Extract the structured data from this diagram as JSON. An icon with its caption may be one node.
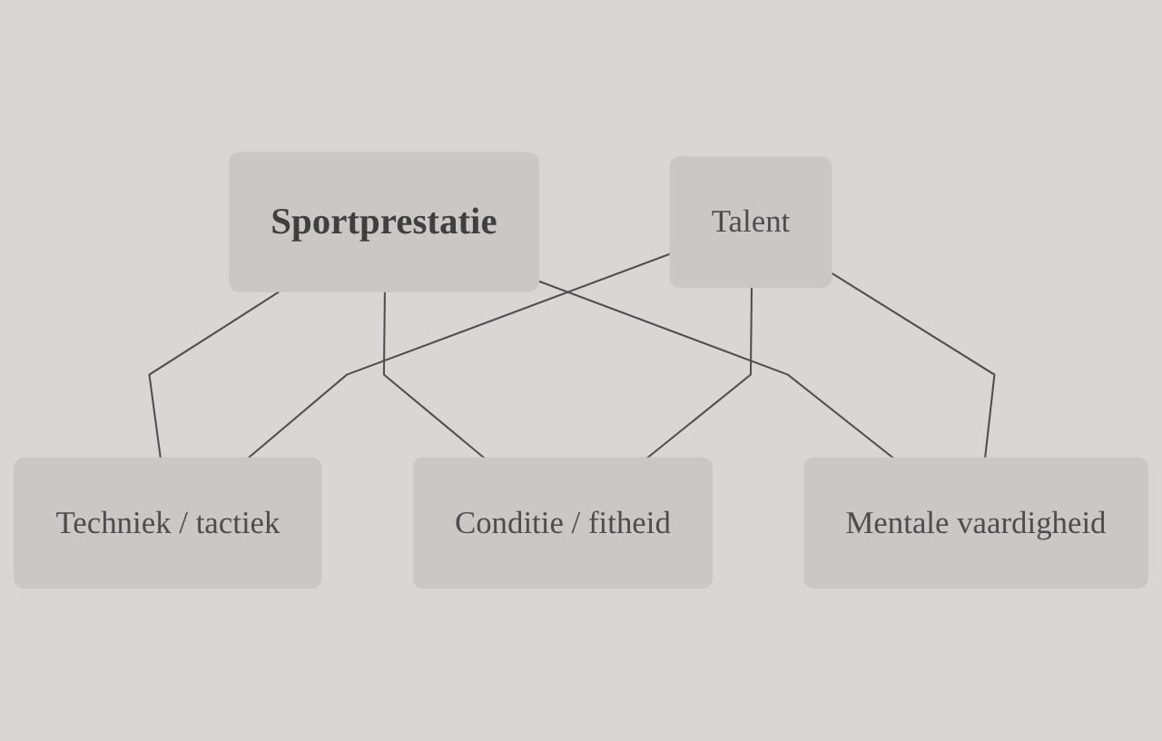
{
  "diagram": {
    "nodes": [
      {
        "text": [
          "Sportprestatie"
        ]
      },
      {
        "text": [
          "Talent"
        ]
      },
      {
        "text": [
          "Techniek / tactiek"
        ]
      },
      {
        "text": [
          "Conditie / fitheid"
        ]
      },
      {
        "text": [
          "Mentale vaardigheid"
        ]
      }
    ],
    "edges": [
      {
        "from": 0,
        "to": 2,
        "arrow": "none"
      },
      {
        "from": 0,
        "to": 3,
        "arrow": "none"
      },
      {
        "from": 0,
        "to": 4,
        "arrow": "none"
      },
      {
        "from": 1,
        "to": 2,
        "arrow": "none"
      },
      {
        "from": 1,
        "to": 3,
        "arrow": "none"
      },
      {
        "from": 1,
        "to": 4,
        "arrow": "none"
      }
    ]
  }
}
